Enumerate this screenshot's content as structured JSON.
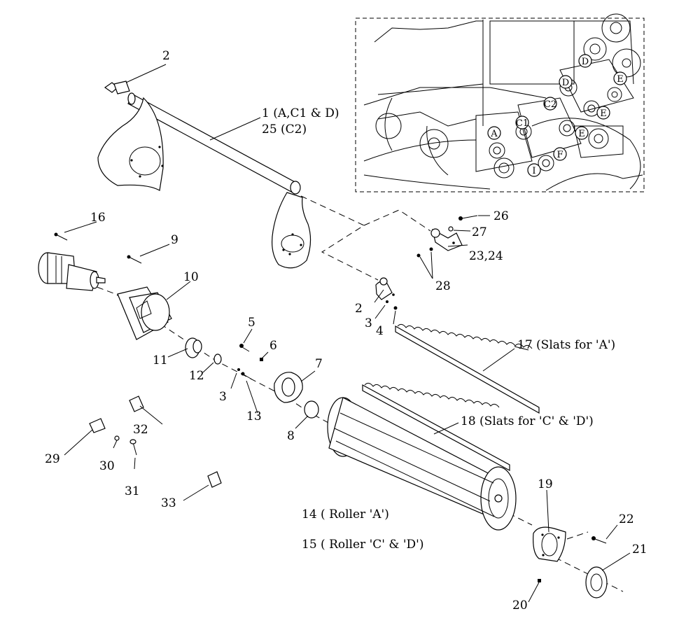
{
  "callouts": {
    "c1": "1 (A,C1 & D)",
    "c25": "25 (C2)",
    "c2a": "2",
    "c2b": "2",
    "c3a": "3",
    "c3b": "3",
    "c4": "4",
    "c5": "5",
    "c6": "6",
    "c7": "7",
    "c8": "8",
    "c9": "9",
    "c10": "10",
    "c11": "11",
    "c12": "12",
    "c13": "13",
    "c14": "14 ( Roller 'A')",
    "c15": "15 ( Roller 'C' & 'D')",
    "c16": "16",
    "c17": "17 (Slats for 'A')",
    "c18": "18 (Slats for 'C' & 'D')",
    "c19": "19",
    "c20": "20",
    "c21": "21",
    "c22": "22",
    "c23": "23,24",
    "c26": "26",
    "c27": "27",
    "c28": "28",
    "c29": "29",
    "c30": "30",
    "c31": "31",
    "c32": "32",
    "c33": "33"
  },
  "inset_labels": {
    "A": "A",
    "C1": "C1",
    "C2": "C2",
    "D1": "D",
    "D2": "D",
    "E1": "E",
    "E2": "E",
    "E3": "E",
    "F": "F",
    "I": "I"
  }
}
